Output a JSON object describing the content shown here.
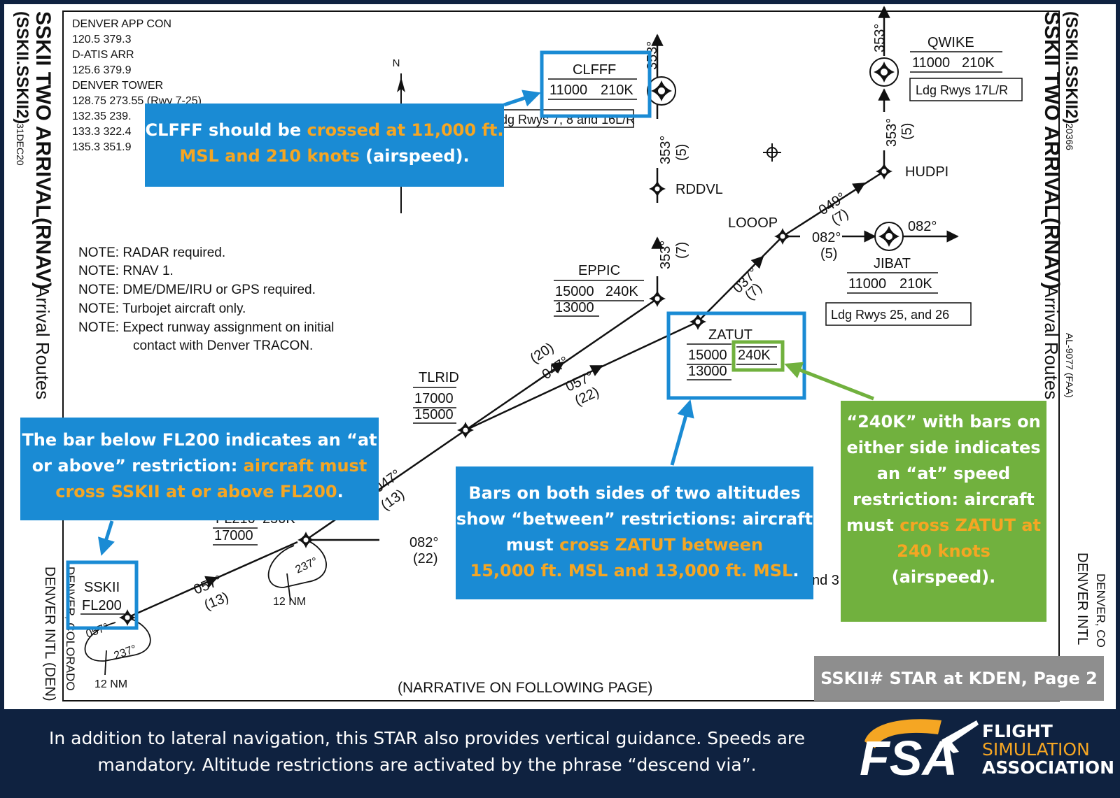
{
  "chart": {
    "title": "SSKII TWO ARRIVAL(RNAV)",
    "subtitle": "Arrival Routes",
    "code": "(SSKII.SSKII2)",
    "date": "31DEC20",
    "number": "20366",
    "faa": "AL-9077 (FAA)",
    "city": "DENVER, COLORADO",
    "airport": "DENVER INTL (DEN)",
    "city_right": "DENVER, CO",
    "airport_right": "DENVER INTL",
    "narrative": "(NARRATIVE ON FOLLOWING PAGE)",
    "north": "N"
  },
  "freqs": [
    "DENVER APP CON",
    "120.5  379.3",
    "D-ATIS ARR",
    "125.6  379.9",
    "DENVER TOWER",
    "128.75  273.55 (Rwy 7-25)",
    "132.35  239.",
    "133.3  322.4",
    "135.3  351.9"
  ],
  "notes": [
    "NOTE:  RADAR required.",
    "NOTE:  RNAV 1.",
    "NOTE:  DME/DME/IRU or GPS required.",
    "NOTE:  Turbojet aircraft only.",
    "NOTE:  Expect runway assignment on initial",
    "contact with Denver TRACON."
  ],
  "fixes": {
    "clfff": {
      "name": "CLFFF",
      "alt": "11000",
      "speed": "210K",
      "rwy": "Ldg Rwys 7, 8 and 16L/R"
    },
    "qwike": {
      "name": "QWIKE",
      "alt": "11000",
      "speed": "210K",
      "rwy": "Ldg Rwys 17L/R"
    },
    "jibat": {
      "name": "JIBAT",
      "alt": "11000",
      "speed": "210K",
      "rwy": "Ldg Rwys 25, and 26"
    },
    "rddvl": {
      "name": "RDDVL"
    },
    "hudpi": {
      "name": "HUDPI"
    },
    "looop": {
      "name": "LOOOP"
    },
    "eppic": {
      "name": "EPPIC",
      "alt_top": "15000",
      "alt_bot": "13000",
      "speed": "240K"
    },
    "zatut": {
      "name": "ZATUT",
      "alt_top": "15000",
      "alt_bot": "13000",
      "speed": "240K"
    },
    "tlrid": {
      "name": "TLRID",
      "alt_top": "17000",
      "alt_bot": "15000"
    },
    "sskii": {
      "name": "SSKII",
      "alt": "FL200"
    },
    "mid": {
      "alt_top": "FL210",
      "speed": "250K",
      "alt_bot": "17000"
    }
  },
  "legs": {
    "a": "353°",
    "a_dist": "(5)",
    "b": "353°",
    "b_dist": "(7)",
    "c": "353°",
    "d": "353°",
    "d_dist": "(5)",
    "e": "049°",
    "e_dist": "(7)",
    "f": "082°",
    "f_dist": "(5)",
    "g": "082°",
    "h": "037°",
    "h_dist": "(7)",
    "i": "047°",
    "i_dist": "(20)",
    "j": "057°",
    "j_dist": "(22)",
    "k": "047°",
    "k_dist": "(13)",
    "l": "082°",
    "l_dist": "(22)",
    "m": "057°",
    "m_dist": "(13)",
    "hold1": "237°",
    "hold1_nm": "12 NM",
    "hold2": "237°",
    "hold2_inbound": "057°",
    "hold2_nm": "12 NM",
    "partial": "nd 3"
  },
  "callouts": {
    "clfff": {
      "a": "CLFFF should be ",
      "b": "crossed at 11,000 ft.",
      "c": "MSL and 210 knots",
      "d": " (airspeed)."
    },
    "sskii": {
      "a": "The bar below FL200 indicates an “at",
      "b": "or above” restriction: ",
      "c": "aircraft must",
      "d": "cross SSKII at or above FL200",
      "e": "."
    },
    "zatut": {
      "a": "Bars on both sides of two altitudes",
      "b": "show “between” restrictions: aircraft",
      "c": "must ",
      "d": "cross ZATUT between",
      "e": "15,000 ft. MSL and 13,000 ft. MSL",
      "f": "."
    },
    "speed": {
      "a": "“240K” with bars on",
      "b": "either side indicates",
      "c": "an “at” speed",
      "d": "restriction: aircraft",
      "e": "must ",
      "f": "cross ZATUT at",
      "g": "240 knots",
      "h": "(airspeed)."
    }
  },
  "caption": "SSKII# STAR at KDEN, Page 2",
  "footer": {
    "line1": "In addition to lateral navigation, this STAR also provides vertical guidance. Speeds are",
    "line2": "mandatory. Altitude restrictions are activated by the phrase “descend via”."
  },
  "brand": {
    "line1": "FLIGHT",
    "line2": "SIMULATION",
    "line3": "ASSOCIATION",
    "mark": "FSA"
  },
  "colors": {
    "blue": "#1a8bd4",
    "green": "#71b13e",
    "orange": "#f5a623",
    "navy": "#0f2240",
    "gray": "#8e8e8e"
  }
}
